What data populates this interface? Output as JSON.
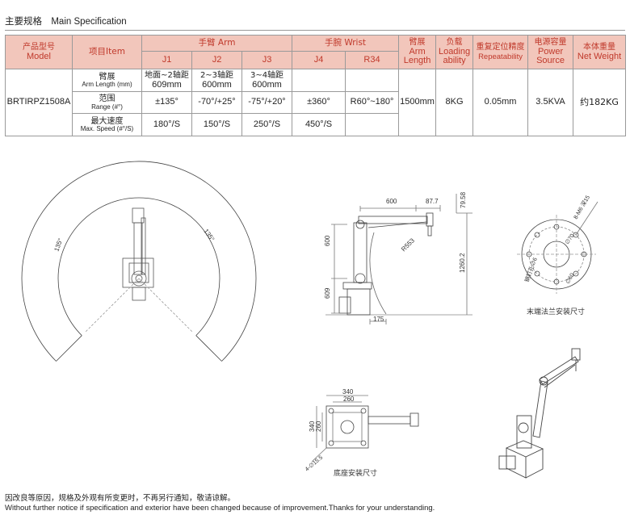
{
  "header": {
    "title_cn": "主要规格",
    "title_en": "Main Specification"
  },
  "table": {
    "h_model_cn": "产品型号",
    "h_model_en": "Model",
    "h_item": "项目Item",
    "h_arm": "手臂 Arm",
    "h_wrist": "手腕 Wrist",
    "h_j1": "J1",
    "h_j2": "J2",
    "h_j3": "J3",
    "h_j4": "J4",
    "h_r34": "R34",
    "h_armlen_cn": "臂展",
    "h_armlen_en1": "Arm",
    "h_armlen_en2": "Length",
    "h_load_cn": "负载",
    "h_load_en1": "Loading",
    "h_load_en2": "ability",
    "h_rep_cn": "重复定位精度",
    "h_rep_en": "Repeatability",
    "h_power_cn": "电源容量",
    "h_power_en1": "Power",
    "h_power_en2": "Source",
    "h_weight_cn": "本体重量",
    "h_weight_en": "Net Weight",
    "model": "BRTIRPZ1508A",
    "row1_cn": "臂展",
    "row1_en": "Arm Length (mm)",
    "row2_cn": "范围",
    "row2_en": "Range (#°)",
    "row3_cn": "最大速度",
    "row3_en": "Max. Speed (#°/S)",
    "j1_len": "地面~2轴距",
    "j1_len2": "609mm",
    "j2_len": "2~3轴距",
    "j2_len2": "600mm",
    "j3_len": "3~4轴距",
    "j3_len2": "600mm",
    "j1_range": "±135°",
    "j2_range": "-70°/+25°",
    "j3_range": "-75°/+20°",
    "j4_range": "±360°",
    "r34_range": "R60°~180°",
    "j1_speed": "180°/S",
    "j2_speed": "150°/S",
    "j3_speed": "250°/S",
    "j4_speed": "450°/S",
    "arm_length": "1500mm",
    "load": "8KG",
    "repeatability": "0.05mm",
    "power": "3.5KVA",
    "weight": "约182KG"
  },
  "drawing": {
    "range_left": "135°",
    "range_right": "135°",
    "dim_600": "600",
    "dim_877": "87.7",
    "dim_7958": "79.58",
    "dim_600v": "600",
    "dim_609": "609",
    "dim_r553": "R553",
    "dim_12602": "1260.2",
    "dim_175": "175",
    "flange_hole": "8-M6 深15",
    "flange_pcd": "∅70",
    "flange_pin": "销钉孔∅6",
    "flange_d": "∅60",
    "flange_caption": "末端法兰安装尺寸",
    "base_340w": "340",
    "base_260w": "260",
    "base_340h": "340",
    "base_260h": "260",
    "base_hole": "4-∅15.5",
    "base_caption": "底座安装尺寸"
  },
  "footer": {
    "note_cn": "因改良等原因，规格及外观有所变更时，不再另行通知，敬请谅解。",
    "note_en": "Without further notice if specification and exterior have been changed because of improvement.Thanks for your understanding."
  }
}
